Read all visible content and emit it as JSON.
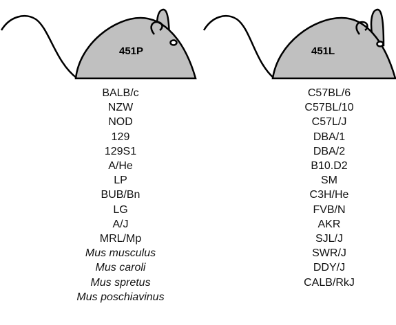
{
  "colors": {
    "body_fill": "#c0c0c0",
    "outline": "#000000",
    "text": "#111111"
  },
  "mice": [
    {
      "label": "451P",
      "strains": [
        {
          "name": "BALB/c",
          "italic": false
        },
        {
          "name": "NZW",
          "italic": false
        },
        {
          "name": "NOD",
          "italic": false
        },
        {
          "name": "129",
          "italic": false
        },
        {
          "name": "129S1",
          "italic": false
        },
        {
          "name": "A/He",
          "italic": false
        },
        {
          "name": "LP",
          "italic": false
        },
        {
          "name": "BUB/Bn",
          "italic": false
        },
        {
          "name": "LG",
          "italic": false
        },
        {
          "name": "A/J",
          "italic": false
        },
        {
          "name": "MRL/Mp",
          "italic": false
        },
        {
          "name": "Mus musculus",
          "italic": true
        },
        {
          "name": "Mus caroli",
          "italic": true
        },
        {
          "name": "Mus spretus",
          "italic": true
        },
        {
          "name": "Mus poschiavinus",
          "italic": true
        }
      ]
    },
    {
      "label": "451L",
      "strains": [
        {
          "name": "C57BL/6",
          "italic": false
        },
        {
          "name": "C57BL/10",
          "italic": false
        },
        {
          "name": "C57L/J",
          "italic": false
        },
        {
          "name": "DBA/1",
          "italic": false
        },
        {
          "name": "DBA/2",
          "italic": false
        },
        {
          "name": "B10.D2",
          "italic": false
        },
        {
          "name": "SM",
          "italic": false
        },
        {
          "name": "C3H/He",
          "italic": false
        },
        {
          "name": "FVB/N",
          "italic": false
        },
        {
          "name": "AKR",
          "italic": false
        },
        {
          "name": "SJL/J",
          "italic": false
        },
        {
          "name": "SWR/J",
          "italic": false
        },
        {
          "name": "DDY/J",
          "italic": false
        },
        {
          "name": "CALB/RkJ",
          "italic": false
        }
      ]
    }
  ]
}
